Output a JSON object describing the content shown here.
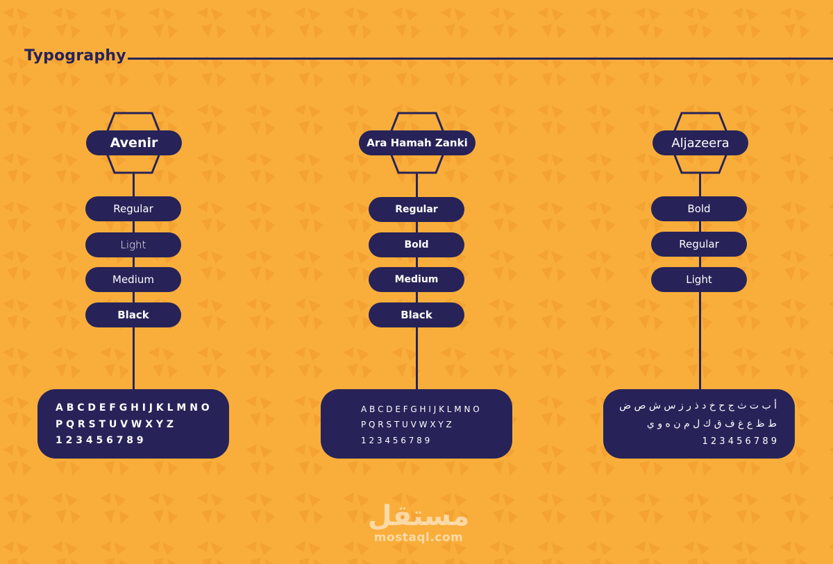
{
  "colors": {
    "background": "#f9ae3b",
    "pattern": "#f4a232",
    "primary": "#272358",
    "text_light": "#ffffff"
  },
  "header": {
    "title": "Typography"
  },
  "fonts": [
    {
      "name": "Avenir",
      "weights": [
        "Regular",
        "Light",
        "Medium",
        "Black"
      ],
      "sample_lines": [
        "A B C D E F G H I J K L M N O",
        "P Q R S T U V W X Y Z",
        "1 2 3 4 5 6 7 8 9"
      ]
    },
    {
      "name": "Ara Hamah Zanki",
      "weights": [
        "Regular",
        "Bold",
        "Medium",
        "Black"
      ],
      "sample_lines": [
        "A B C D E F G H I J K L M N O",
        "P Q R S T U V W X Y Z",
        "1 2 3 4 5 6 7 8 9"
      ]
    },
    {
      "name": "Aljazeera",
      "weights": [
        "Bold",
        "Regular",
        "Light"
      ],
      "sample_lines": [
        "أ ب ت ث ج ح خ د ذ ر ز س ش ص ض",
        "ط ظ ع غ ف ق ك ل م ن ه و ي",
        "1 2 3 4 5 6 7 8 9"
      ]
    }
  ],
  "watermark": {
    "arabic": "مستقل",
    "url": "mostaql.com"
  }
}
